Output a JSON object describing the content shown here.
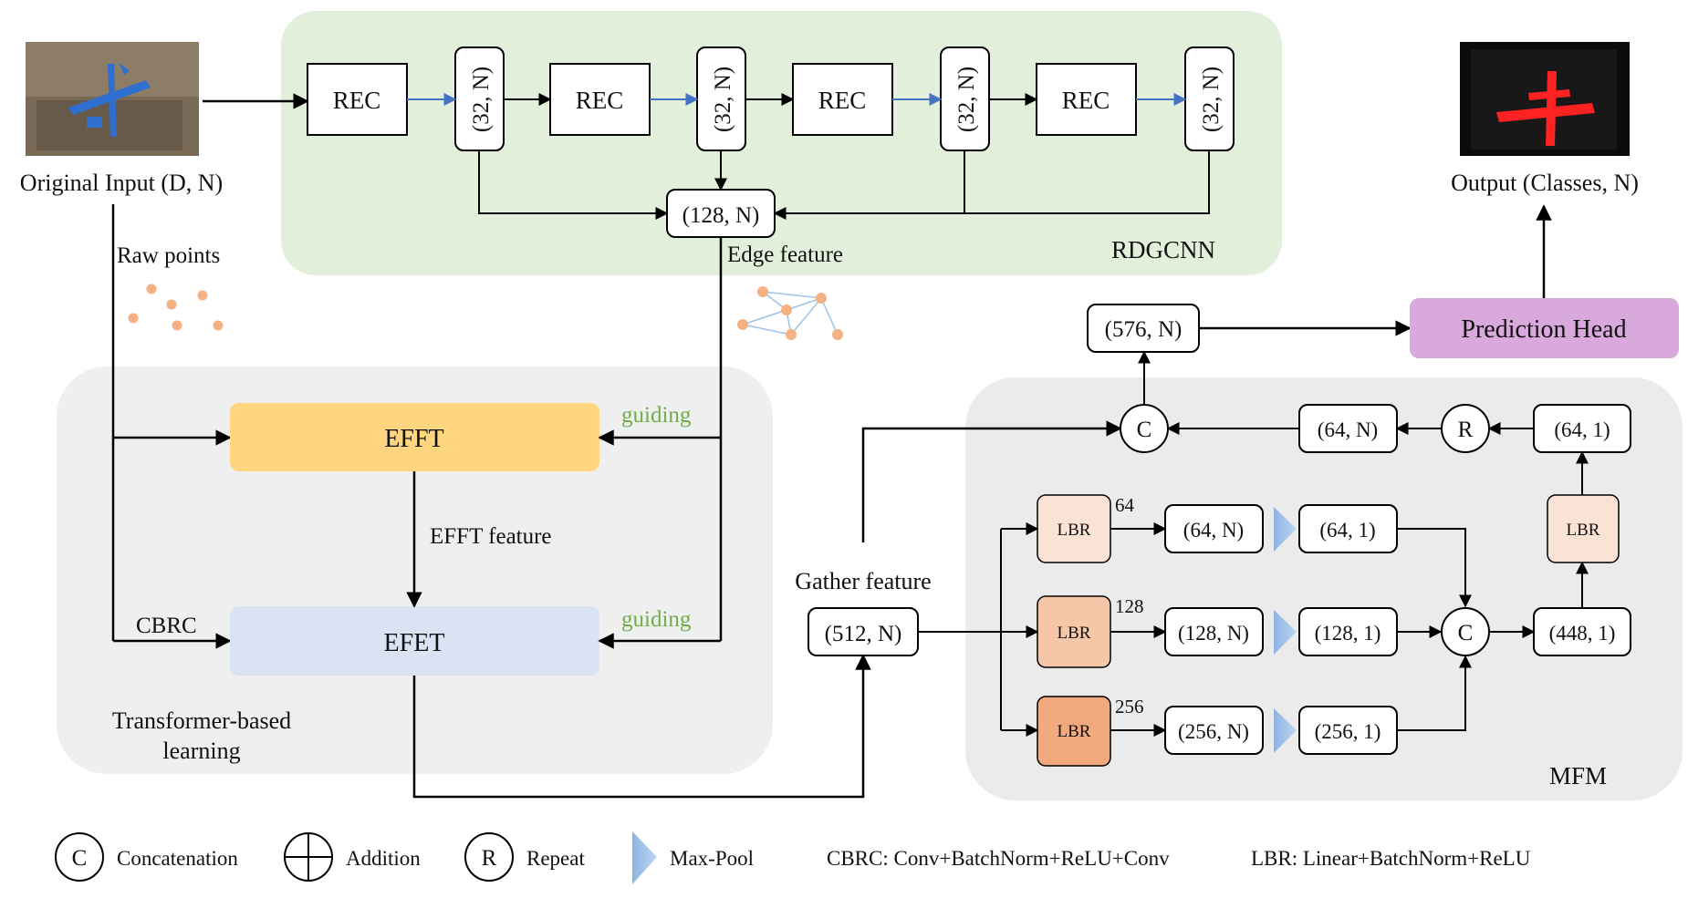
{
  "input": {
    "label": "Original Input (D, N)"
  },
  "output": {
    "label": "Output (Classes, N)"
  },
  "rdgcnn": {
    "title": "RDGCNN",
    "rec_label": "REC",
    "feat_label": "(32, N)",
    "concat_label": "(128, N)",
    "edge_feature": "Edge feature"
  },
  "raw_points": "Raw points",
  "transformer": {
    "title_line1": "Transformer-based",
    "title_line2": "learning",
    "effT": "EFFT",
    "efet": "EFET",
    "efft_feature": "EFFT feature",
    "guiding": "guiding",
    "cbrc": "CBRC"
  },
  "gather_feature": "Gather feature",
  "gather_node": "(512, N)",
  "mfm": {
    "title": "MFM",
    "lbr": "LBR",
    "branches": [
      {
        "dim": "64",
        "feat": "(64, N)",
        "pooled": "(64, 1)",
        "color": "#fae3d5"
      },
      {
        "dim": "128",
        "feat": "(128, N)",
        "pooled": "(128, 1)",
        "color": "#f6c6a9"
      },
      {
        "dim": "256",
        "feat": "(256, N)",
        "pooled": "(256, 1)",
        "color": "#f2a97d"
      }
    ],
    "concat_out": "(448, 1)",
    "lbr_out": "(64, 1)",
    "repeat_out": "(64, N)",
    "c_symbol": "C",
    "r_symbol": "R"
  },
  "final_feat": "(576, N)",
  "prediction_head": "Prediction Head",
  "legend": {
    "concat": "Concatenation",
    "addition": "Addition",
    "repeat": "Repeat",
    "maxpool": "Max-Pool",
    "cbrc_def": "CBRC: Conv+BatchNorm+ReLU+Conv",
    "lbr_def": "LBR: Linear+BatchNorm+ReLU"
  },
  "colors": {
    "rdgcnn_bg": "#e2efda",
    "panel_bg": "#f0f0f0",
    "mfm_bg": "#ebebeb",
    "efft": "#ffd67f",
    "efet": "#dae3f3",
    "prediction": "#d9a8dc",
    "guiding": "#70ad47",
    "blue_arrow": "#4472c4",
    "pool": "#9dc3e6",
    "point": "#f4b183"
  }
}
